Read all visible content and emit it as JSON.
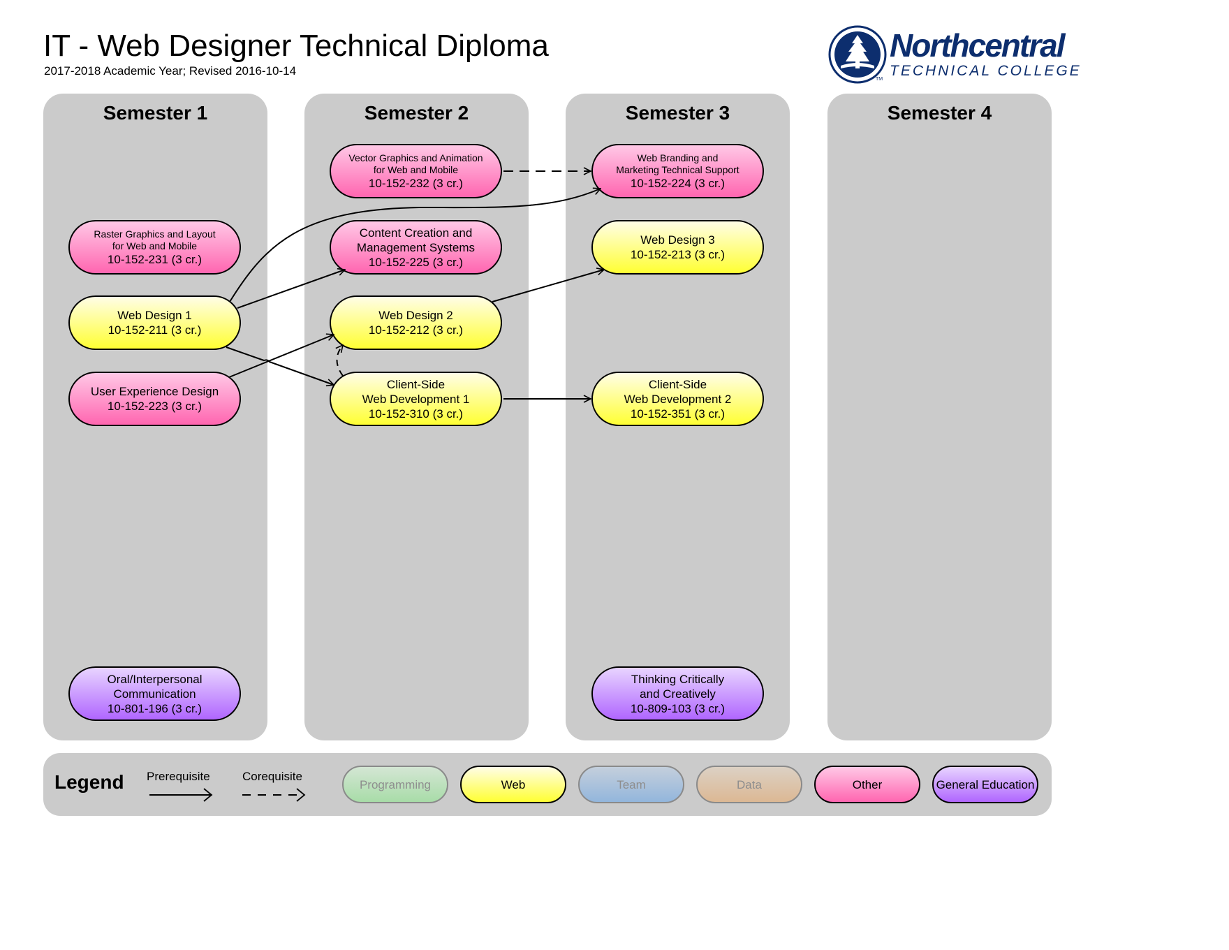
{
  "header": {
    "title": "IT - Web Designer Technical Diploma",
    "subtitle": "2017-2018 Academic Year; Revised 2016-10-14"
  },
  "logo": {
    "name": "Northcentral",
    "tagline": "TECHNICAL COLLEGE",
    "trademark": "TM",
    "color": "#0d2e6e"
  },
  "semesters": [
    {
      "title": "Semester 1"
    },
    {
      "title": "Semester 2"
    },
    {
      "title": "Semester 3"
    },
    {
      "title": "Semester 4"
    }
  ],
  "courses": {
    "raster": {
      "name_line1": "Raster Graphics and Layout",
      "name_line2": "for Web and Mobile",
      "code": "10-152-231 (3 cr.)",
      "category": "Other",
      "semester": 1
    },
    "webdesign1": {
      "name_line1": "Web Design 1",
      "code": "10-152-211 (3 cr.)",
      "category": "Web",
      "semester": 1
    },
    "ux": {
      "name_line1": "User Experience Design",
      "code": "10-152-223 (3 cr.)",
      "category": "Other",
      "semester": 1
    },
    "oral": {
      "name_line1": "Oral/Interpersonal",
      "name_line2": "Communication",
      "code": "10-801-196 (3 cr.)",
      "category": "General Education",
      "semester": 1
    },
    "vector": {
      "name_line1": "Vector Graphics and Animation",
      "name_line2": "for Web and Mobile",
      "code": "10-152-232 (3 cr.)",
      "category": "Other",
      "semester": 2
    },
    "content": {
      "name_line1": "Content Creation and",
      "name_line2": "Management Systems",
      "code": "10-152-225 (3 cr.)",
      "category": "Other",
      "semester": 2
    },
    "webdesign2": {
      "name_line1": "Web Design 2",
      "code": "10-152-212 (3 cr.)",
      "category": "Web",
      "semester": 2
    },
    "clientside1": {
      "name_line1": "Client-Side",
      "name_line2": "Web Development 1",
      "code": "10-152-310 (3 cr.)",
      "category": "Web",
      "semester": 2
    },
    "branding": {
      "name_line1": "Web Branding and",
      "name_line2": "Marketing Technical Support",
      "code": "10-152-224 (3 cr.)",
      "category": "Other",
      "semester": 3
    },
    "webdesign3": {
      "name_line1": "Web Design 3",
      "code": "10-152-213 (3 cr.)",
      "category": "Web",
      "semester": 3
    },
    "clientside2": {
      "name_line1": "Client-Side",
      "name_line2": "Web Development 2",
      "code": "10-152-351 (3 cr.)",
      "category": "Web",
      "semester": 3
    },
    "thinking": {
      "name_line1": "Thinking Critically",
      "name_line2": "and Creatively",
      "code": "10-809-103 (3 cr.)",
      "category": "General Education",
      "semester": 3
    }
  },
  "relationships": [
    {
      "from": "webdesign1",
      "to": "branding",
      "type": "prerequisite"
    },
    {
      "from": "webdesign1",
      "to": "content",
      "type": "prerequisite"
    },
    {
      "from": "webdesign1",
      "to": "clientside1",
      "type": "prerequisite"
    },
    {
      "from": "ux",
      "to": "webdesign2",
      "type": "prerequisite"
    },
    {
      "from": "clientside1",
      "to": "webdesign2",
      "type": "corequisite"
    },
    {
      "from": "vector",
      "to": "branding",
      "type": "corequisite"
    },
    {
      "from": "webdesign2",
      "to": "webdesign3",
      "type": "prerequisite"
    },
    {
      "from": "clientside1",
      "to": "clientside2",
      "type": "prerequisite"
    }
  ],
  "legend": {
    "title": "Legend",
    "prerequisite": "Prerequisite",
    "corequisite": "Corequisite",
    "categories": [
      {
        "label": "Programming",
        "color": "#a8dca8",
        "active": false
      },
      {
        "label": "Web",
        "color": "#ffff33",
        "active": true
      },
      {
        "label": "Team",
        "color": "#93b6dc",
        "active": false
      },
      {
        "label": "Data",
        "color": "#dcb894",
        "active": false
      },
      {
        "label": "Other",
        "color": "#ff66b0",
        "active": true
      },
      {
        "label": "General Education",
        "color": "#b066ff",
        "active": true
      }
    ]
  }
}
